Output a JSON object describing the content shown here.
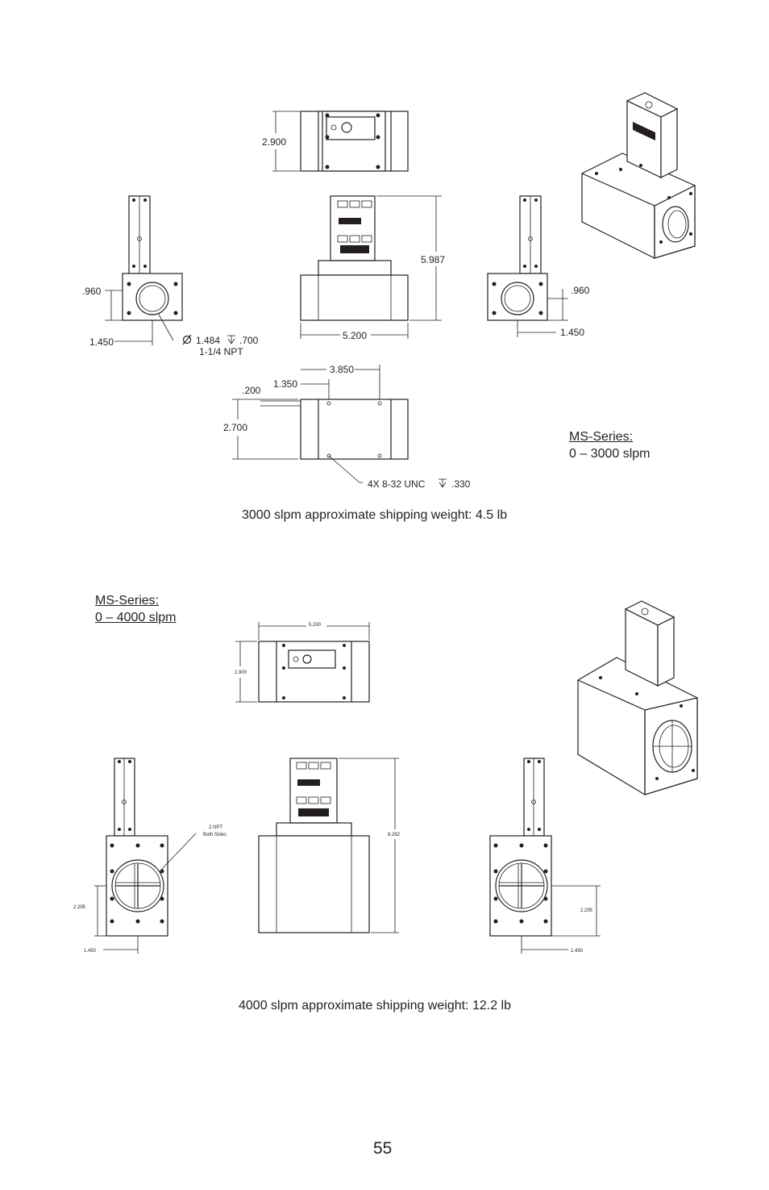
{
  "section_3000": {
    "title_line1": "MS-Series:",
    "title_line2": "0 – 3000 slpm",
    "caption": "3000 slpm approximate shipping weight: 4.5 lb",
    "dims": {
      "d_2900": "2.900",
      "d_5987": "5.987",
      "d_5200": "5.200",
      "d_960_left": ".960",
      "d_960_right": ".960",
      "d_1450_left": "1.450",
      "d_1450_right": "1.450",
      "bore_dia": "1.484",
      "bore_depth": ".700",
      "bore_thread": "1-1/4  NPT",
      "d_3850": "3.850",
      "d_1350": "1.350",
      "d_200": ".200",
      "d_2700": "2.700",
      "mount_holes": "4X 8-32 UNC",
      "mount_depth": ".330"
    }
  },
  "section_4000": {
    "title_line1": "MS-Series:",
    "title_line2": "0 – 4000 slpm",
    "caption": "4000 slpm approximate shipping weight: 12.2 lb",
    "dims": {
      "d_5200": "5.200",
      "d_2900": "2.900",
      "d_8282": "8.282",
      "port_line1": "2 NPT",
      "port_line2": "Both Sides",
      "d_2295_left": "2.295",
      "d_2295_right": "2.295",
      "d_1450_left": "1.450",
      "d_1450_right": "1.450"
    }
  },
  "page_number": "55"
}
